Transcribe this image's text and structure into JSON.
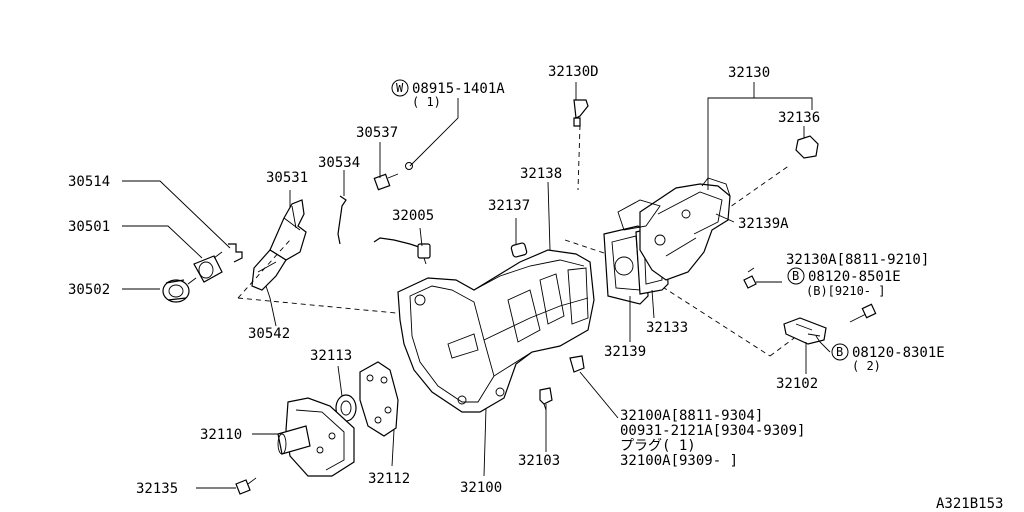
{
  "diagram_id": "A321B153",
  "parts": {
    "p30514": "30514",
    "p30501": "30501",
    "p30502": "30502",
    "p30531": "30531",
    "p30534": "30534",
    "p30537": "30537",
    "p30542": "30542",
    "p32005": "32005",
    "p32137": "32137",
    "p32138": "32138",
    "p32130D": "32130D",
    "p32130": "32130",
    "p32136": "32136",
    "p32139A": "32139A",
    "p32139": "32139",
    "p32133": "32133",
    "p32102": "32102",
    "p32113": "32113",
    "p32110": "32110",
    "p32112": "32112",
    "p32135": "32135",
    "p32100": "32100",
    "p32103": "32103"
  },
  "washer_part": {
    "badge": "W",
    "number": "08915-1401A",
    "qty": "( 1)"
  },
  "bolt_b1": {
    "badge": "B",
    "ref": "32130A[8811-9210]",
    "number": "08120-8501E",
    "note": "(B)[9210-     ]"
  },
  "bolt_b2": {
    "badge": "B",
    "number": "08120-8301E",
    "qty": "( 2)"
  },
  "plug_info": {
    "line1": "32100A[8811-9304]",
    "line2": "00931-2121A[9304-9309]",
    "line3": "プラグ( 1)",
    "line4": "32100A[9309-      ]"
  }
}
